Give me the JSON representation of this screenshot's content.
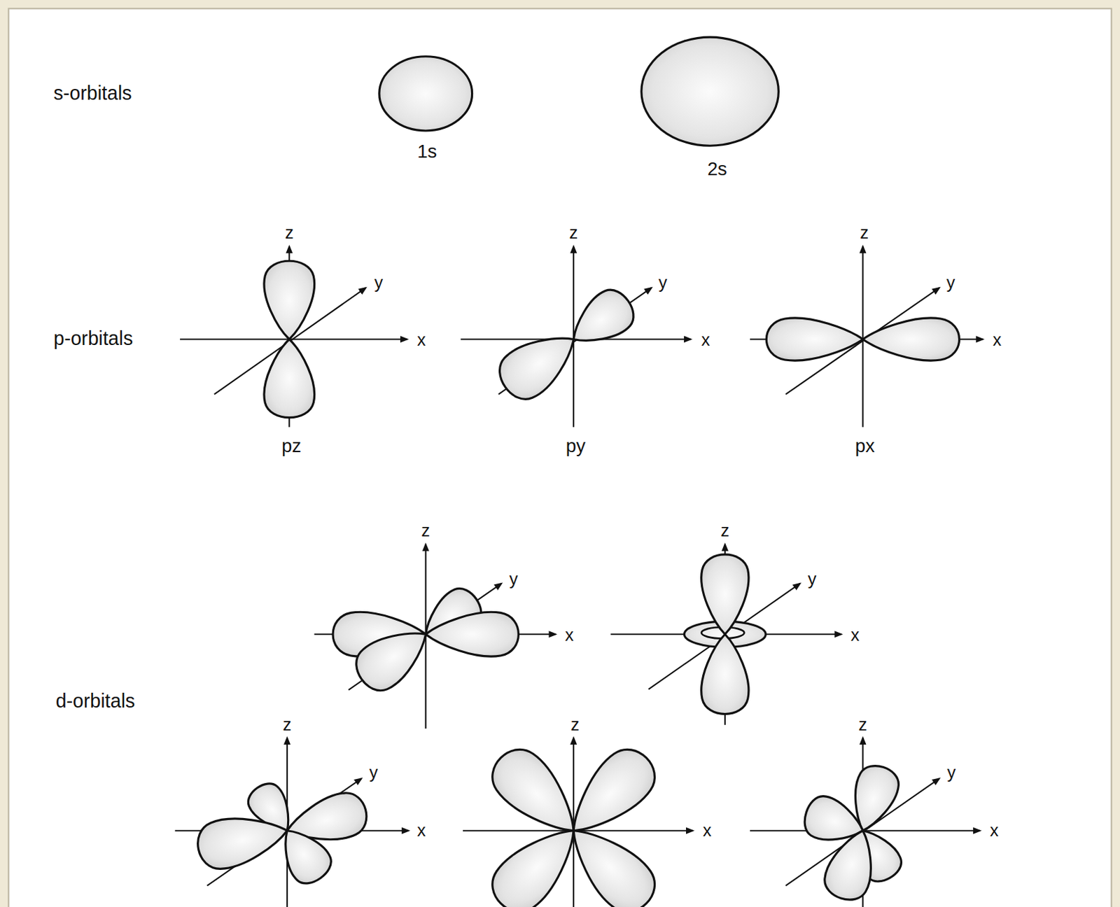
{
  "diagram": {
    "labels": [
      "s-orbitals",
      "1s",
      "2s",
      "p-orbitals",
      "z",
      "y",
      "x",
      "pz",
      "z",
      "y",
      "x",
      "py",
      "z",
      "y",
      "x",
      "px",
      "z",
      "y",
      "x",
      "z",
      "y",
      "x",
      "d-orbitals",
      "z",
      "y",
      "x",
      "z",
      "x",
      "z",
      "y",
      "x"
    ]
  }
}
